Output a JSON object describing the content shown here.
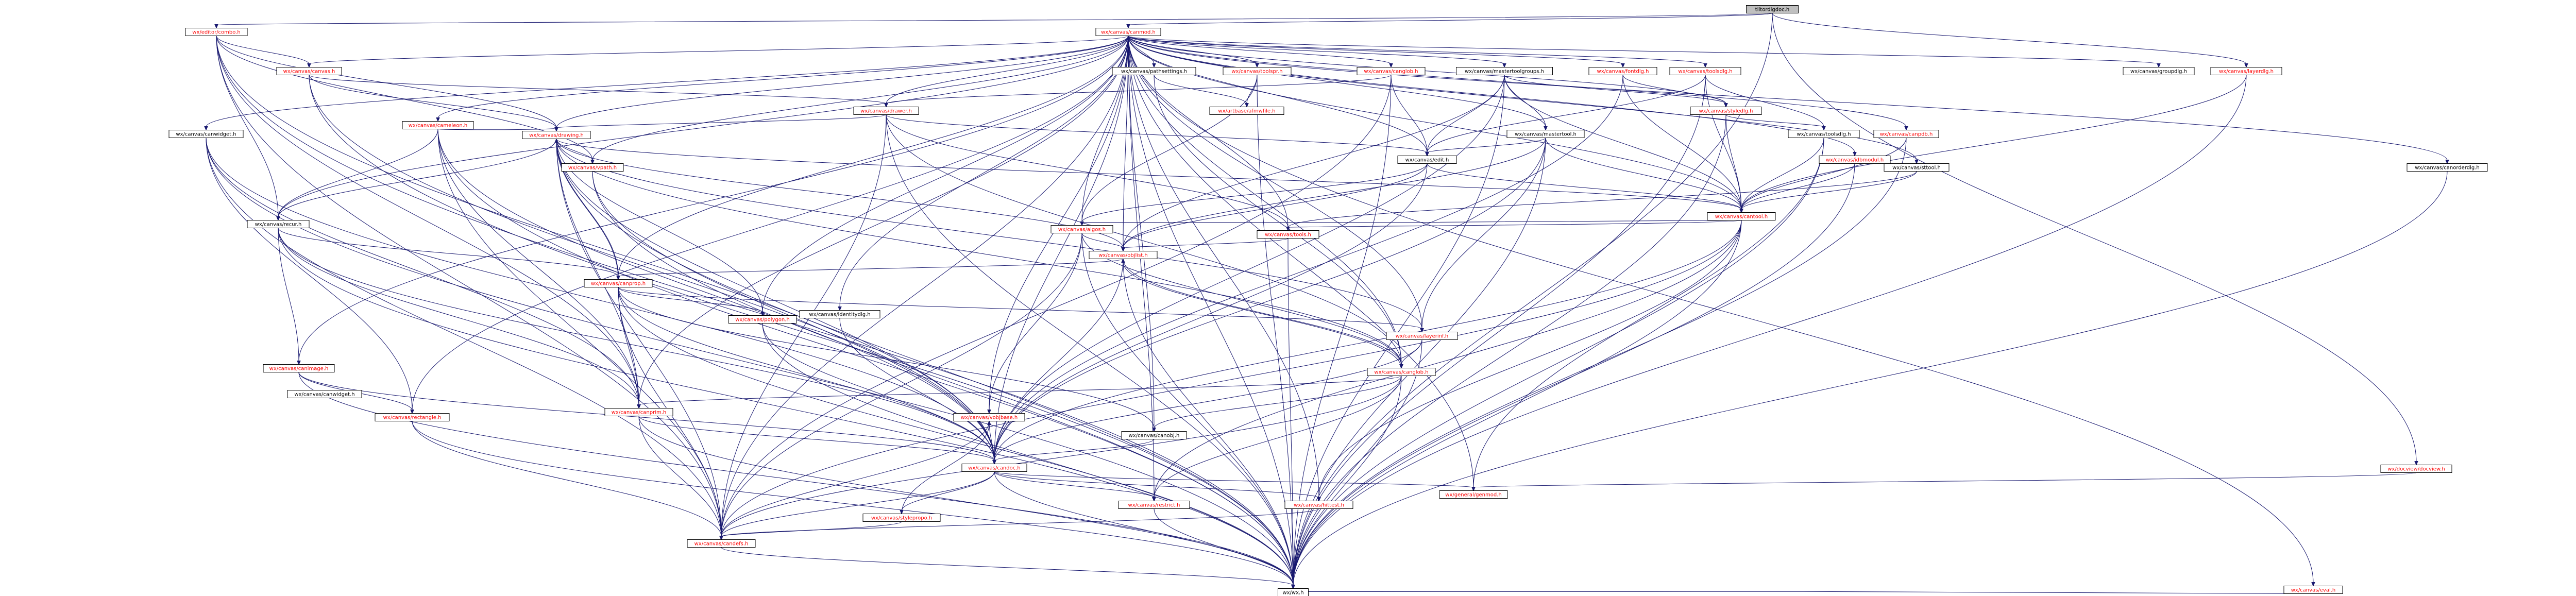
{
  "title": "",
  "colors": {
    "edge": "#191970",
    "root_fill": "#bfbfbf",
    "node_border": "#000000",
    "linked_text": "#ff0000",
    "plain_text": "#000000"
  },
  "nodes": [
    {
      "id": "root",
      "label": "tiltordlgdoc.h",
      "kind": "root"
    },
    {
      "id": "canmod",
      "label": "wx/canvas/canmod.h",
      "kind": "red"
    },
    {
      "id": "combo",
      "label": "wx/editor/combo.h",
      "kind": "red"
    },
    {
      "id": "layerdlg",
      "label": "wx/canvas/layerdlg.h",
      "kind": "red"
    },
    {
      "id": "docview",
      "label": "wx/docview/docview.h",
      "kind": "red"
    },
    {
      "id": "canvas",
      "label": "wx/canvas/canvas.h",
      "kind": "red"
    },
    {
      "id": "canglob",
      "label": "wx/canvas/canglob.h",
      "kind": "red"
    },
    {
      "id": "canprop",
      "label": "wx/canvas/canprop.h",
      "kind": "red"
    },
    {
      "id": "pathsettings",
      "label": "wx/canvas/pathsettings.h",
      "kind": "plain"
    },
    {
      "id": "toolspr",
      "label": "wx/canvas/toolspr.h",
      "kind": "red"
    },
    {
      "id": "mastertoolgroups",
      "label": "wx/canvas/mastertoolgroups.h",
      "kind": "plain"
    },
    {
      "id": "fontdlg",
      "label": "wx/canvas/fontdlg.h",
      "kind": "red"
    },
    {
      "id": "toolsdlg",
      "label": "wx/canvas/toolsdlg.h",
      "kind": "red"
    },
    {
      "id": "groupdlg",
      "label": "wx/canvas/groupdlg.h",
      "kind": "plain"
    },
    {
      "id": "canorderdlg",
      "label": "wx/canvas/canorderdlg.h",
      "kind": "plain"
    },
    {
      "id": "cameleon",
      "label": "wx/canvas/cameleon.h",
      "kind": "red"
    },
    {
      "id": "eval",
      "label": "wx/canvas/eval.h",
      "kind": "red"
    },
    {
      "id": "drawer",
      "label": "wx/canvas/drawer.h",
      "kind": "red"
    },
    {
      "id": "canwidget",
      "label": "wx/canvas/canwidget.h",
      "kind": "plain"
    },
    {
      "id": "mastertool",
      "label": "wx/canvas/mastertool.h",
      "kind": "plain"
    },
    {
      "id": "styledlg",
      "label": "wx/canvas/styledlg.h",
      "kind": "red"
    },
    {
      "id": "idbmodul",
      "label": "wx/canvas/idbmodul.h",
      "kind": "red"
    },
    {
      "id": "canpdb",
      "label": "wx/canvas/canpdb.h",
      "kind": "red"
    },
    {
      "id": "sttool",
      "label": "wx/canvas/sttool.h",
      "kind": "plain"
    },
    {
      "id": "afmwfile",
      "label": "wx/artbase/afmwfile.h",
      "kind": "red"
    },
    {
      "id": "drawing",
      "label": "wx/canvas/drawing.h",
      "kind": "red"
    },
    {
      "id": "edit",
      "label": "wx/canvas/edit.h",
      "kind": "plain"
    },
    {
      "id": "toolsdlg2",
      "label": "wx/canvas/toolsdlg.h",
      "kind": "plain"
    },
    {
      "id": "cantool",
      "label": "wx/canvas/cantool.h",
      "kind": "red"
    },
    {
      "id": "tools",
      "label": "wx/canvas/tools.h",
      "kind": "red"
    },
    {
      "id": "algos",
      "label": "wx/canvas/algos.h",
      "kind": "red"
    },
    {
      "id": "vpath",
      "label": "wx/canvas/vpath.h",
      "kind": "red"
    },
    {
      "id": "recur",
      "label": "wx/canvas/recur.h",
      "kind": "plain"
    },
    {
      "id": "objlist",
      "label": "wx/canvas/objlist.h",
      "kind": "red"
    },
    {
      "id": "canobj",
      "label": "wx/canvas/canobj.h",
      "kind": "plain"
    },
    {
      "id": "identdlg",
      "label": "wx/canvas/identitydlg.h",
      "kind": "plain"
    },
    {
      "id": "polygon",
      "label": "wx/canvas/polygon.h",
      "kind": "red"
    },
    {
      "id": "layerinf",
      "label": "wx/canvas/layerinf.h",
      "kind": "red"
    },
    {
      "id": "canimage",
      "label": "wx/canvas/canimage.h",
      "kind": "red"
    },
    {
      "id": "canwidget2",
      "label": "wx/canvas/canwidget.h",
      "kind": "plain"
    },
    {
      "id": "canprim",
      "label": "wx/canvas/canprim.h",
      "kind": "red"
    },
    {
      "id": "rectangle",
      "label": "wx/canvas/rectangle.h",
      "kind": "red"
    },
    {
      "id": "vobjbase",
      "label": "wx/canvas/vobjbase.h",
      "kind": "red"
    },
    {
      "id": "candoc",
      "label": "wx/canvas/candoc.h",
      "kind": "red"
    },
    {
      "id": "canglob2",
      "label": "wx/canvas/canglob.h",
      "kind": "red"
    },
    {
      "id": "candefs",
      "label": "wx/canvas/candefs.h",
      "kind": "red"
    },
    {
      "id": "canobj2",
      "label": "wx/canvas/canobj.h",
      "kind": "plain"
    },
    {
      "id": "genmod",
      "label": "wx/general/genmod.h",
      "kind": "red"
    },
    {
      "id": "restrict",
      "label": "wx/canvas/restrict.h",
      "kind": "red"
    },
    {
      "id": "hittest",
      "label": "wx/canvas/hittest.h",
      "kind": "red"
    },
    {
      "id": "stylepropo",
      "label": "wx/canvas/stylepropo.h",
      "kind": "red"
    },
    {
      "id": "wx",
      "label": "wx/wx.h",
      "kind": "plain"
    }
  ],
  "edges": [
    [
      "root",
      "canmod"
    ],
    [
      "root",
      "combo"
    ],
    [
      "root",
      "layerdlg"
    ],
    [
      "root",
      "docview"
    ],
    [
      "root",
      "wx"
    ],
    [
      "combo",
      "canvas"
    ],
    [
      "combo",
      "recur"
    ],
    [
      "combo",
      "drawing"
    ],
    [
      "combo",
      "vpath"
    ],
    [
      "combo",
      "candoc"
    ],
    [
      "combo",
      "canprim"
    ],
    [
      "combo",
      "wx"
    ],
    [
      "combo",
      "candefs"
    ],
    [
      "canmod",
      "canvas"
    ],
    [
      "canmod",
      "cameleon"
    ],
    [
      "canmod",
      "canwidget"
    ],
    [
      "canmod",
      "recur"
    ],
    [
      "canmod",
      "drawing"
    ],
    [
      "canmod",
      "vpath"
    ],
    [
      "canmod",
      "canprop"
    ],
    [
      "canmod",
      "polygon"
    ],
    [
      "canmod",
      "canimage"
    ],
    [
      "canmod",
      "pathsettings"
    ],
    [
      "canmod",
      "toolspr"
    ],
    [
      "canmod",
      "mastertoolgroups"
    ],
    [
      "canmod",
      "fontdlg"
    ],
    [
      "canmod",
      "toolsdlg"
    ],
    [
      "canmod",
      "groupdlg"
    ],
    [
      "canmod",
      "canorderdlg"
    ],
    [
      "canmod",
      "eval"
    ],
    [
      "canmod",
      "drawer"
    ],
    [
      "canmod",
      "mastertool"
    ],
    [
      "canmod",
      "styledlg"
    ],
    [
      "canmod",
      "idbmodul"
    ],
    [
      "canmod",
      "canpdb"
    ],
    [
      "canmod",
      "sttool"
    ],
    [
      "canmod",
      "edit"
    ],
    [
      "canmod",
      "cantool"
    ],
    [
      "canmod",
      "tools"
    ],
    [
      "canmod",
      "algos"
    ],
    [
      "canmod",
      "objlist"
    ],
    [
      "canmod",
      "identdlg"
    ],
    [
      "canmod",
      "layerinf"
    ],
    [
      "canmod",
      "canglob2"
    ],
    [
      "canmod",
      "candoc"
    ],
    [
      "canmod",
      "canobj"
    ],
    [
      "canmod",
      "genmod"
    ],
    [
      "canmod",
      "restrict"
    ],
    [
      "canmod",
      "hittest"
    ],
    [
      "canmod",
      "candefs"
    ],
    [
      "canmod",
      "wx"
    ],
    [
      "canmod",
      "canprim"
    ],
    [
      "canmod",
      "rectangle"
    ],
    [
      "canmod",
      "vobjbase"
    ],
    [
      "canmod",
      "canglob"
    ],
    [
      "canvas",
      "drawer"
    ],
    [
      "canvas",
      "drawing"
    ],
    [
      "canvas",
      "candoc"
    ],
    [
      "canvas",
      "wx"
    ],
    [
      "canglob",
      "drawer"
    ],
    [
      "canglob",
      "edit"
    ],
    [
      "canglob",
      "candefs"
    ],
    [
      "canglob",
      "wx"
    ],
    [
      "canprop",
      "drawing"
    ],
    [
      "canprop",
      "canprim"
    ],
    [
      "canprop",
      "polygon"
    ],
    [
      "canprop",
      "candoc"
    ],
    [
      "canprop",
      "wx"
    ],
    [
      "canprop",
      "candefs"
    ],
    [
      "pathsettings",
      "afmwfile"
    ],
    [
      "pathsettings",
      "canglob2"
    ],
    [
      "toolspr",
      "afmwfile"
    ],
    [
      "toolspr",
      "algos"
    ],
    [
      "toolspr",
      "wx"
    ],
    [
      "mastertoolgroups",
      "mastertool"
    ],
    [
      "mastertoolgroups",
      "edit"
    ],
    [
      "mastertoolgroups",
      "cantool"
    ],
    [
      "mastertoolgroups",
      "objlist"
    ],
    [
      "mastertoolgroups",
      "candoc"
    ],
    [
      "mastertoolgroups",
      "wx"
    ],
    [
      "mastertoolgroups",
      "styledlg"
    ],
    [
      "fontdlg",
      "styledlg"
    ],
    [
      "fontdlg",
      "cantool"
    ],
    [
      "fontdlg",
      "candoc"
    ],
    [
      "toolsdlg",
      "edit"
    ],
    [
      "toolsdlg",
      "cantool"
    ],
    [
      "toolsdlg",
      "toolsdlg2"
    ],
    [
      "toolsdlg",
      "wx"
    ],
    [
      "layerdlg",
      "cantool"
    ],
    [
      "layerdlg",
      "wx"
    ],
    [
      "canorderdlg",
      "wx"
    ],
    [
      "cameleon",
      "drawing"
    ],
    [
      "cameleon",
      "recur"
    ],
    [
      "cameleon",
      "canprim"
    ],
    [
      "cameleon",
      "candoc"
    ],
    [
      "cameleon",
      "candefs"
    ],
    [
      "cameleon",
      "wx"
    ],
    [
      "eval",
      "wx"
    ],
    [
      "drawer",
      "drawing"
    ],
    [
      "drawer",
      "edit"
    ],
    [
      "drawer",
      "tools"
    ],
    [
      "drawer",
      "canglob2"
    ],
    [
      "drawer",
      "candefs"
    ],
    [
      "drawer",
      "wx"
    ],
    [
      "canwidget",
      "canprim"
    ],
    [
      "canwidget",
      "rectangle"
    ],
    [
      "canwidget",
      "candoc"
    ],
    [
      "canwidget",
      "wx"
    ],
    [
      "canwidget",
      "candefs"
    ],
    [
      "mastertool",
      "edit"
    ],
    [
      "mastertool",
      "objlist"
    ],
    [
      "mastertool",
      "cantool"
    ],
    [
      "mastertool",
      "candoc"
    ],
    [
      "mastertool",
      "wx"
    ],
    [
      "mastertool",
      "layerinf"
    ],
    [
      "styledlg",
      "toolsdlg2"
    ],
    [
      "styledlg",
      "cantool"
    ],
    [
      "styledlg",
      "wx"
    ],
    [
      "idbmodul",
      "cantool"
    ],
    [
      "idbmodul",
      "wx"
    ],
    [
      "canpdb",
      "cantool"
    ],
    [
      "canpdb",
      "wx"
    ],
    [
      "sttool",
      "cantool"
    ],
    [
      "sttool",
      "tools"
    ],
    [
      "drawing",
      "vpath"
    ],
    [
      "drawing",
      "recur"
    ],
    [
      "drawing",
      "canprop"
    ],
    [
      "drawing",
      "polygon"
    ],
    [
      "drawing",
      "canprim"
    ],
    [
      "drawing",
      "cantool"
    ],
    [
      "drawing",
      "objlist"
    ],
    [
      "drawing",
      "canglob2"
    ],
    [
      "drawing",
      "candoc"
    ],
    [
      "drawing",
      "wx"
    ],
    [
      "drawing",
      "candefs"
    ],
    [
      "drawing",
      "layerinf"
    ],
    [
      "edit",
      "cantool"
    ],
    [
      "edit",
      "algos"
    ],
    [
      "edit",
      "objlist"
    ],
    [
      "edit",
      "candoc"
    ],
    [
      "toolsdlg2",
      "cantool"
    ],
    [
      "toolsdlg2",
      "genmod"
    ],
    [
      "toolsdlg2",
      "wx"
    ],
    [
      "cantool",
      "algos"
    ],
    [
      "cantool",
      "tools"
    ],
    [
      "cantool",
      "restrict"
    ],
    [
      "cantool",
      "hittest"
    ],
    [
      "cantool",
      "candefs"
    ],
    [
      "cantool",
      "candoc"
    ],
    [
      "cantool",
      "wx"
    ],
    [
      "tools",
      "objlist"
    ],
    [
      "tools",
      "wx"
    ],
    [
      "algos",
      "objlist"
    ],
    [
      "algos",
      "canglob2"
    ],
    [
      "algos",
      "vobjbase"
    ],
    [
      "algos",
      "candefs"
    ],
    [
      "algos",
      "wx"
    ],
    [
      "vpath",
      "candoc"
    ],
    [
      "vpath",
      "wx"
    ],
    [
      "recur",
      "canprop"
    ],
    [
      "recur",
      "canprim"
    ],
    [
      "recur",
      "candoc"
    ],
    [
      "recur",
      "canimage"
    ],
    [
      "recur",
      "wx"
    ],
    [
      "objlist",
      "canprop"
    ],
    [
      "objlist",
      "canglob2"
    ],
    [
      "objlist",
      "candoc"
    ],
    [
      "objlist",
      "wx"
    ],
    [
      "identdlg",
      "candoc"
    ],
    [
      "canprop",
      "layerinf"
    ],
    [
      "canprop",
      "canobj"
    ],
    [
      "polygon",
      "candoc"
    ],
    [
      "polygon",
      "wx"
    ],
    [
      "layerinf",
      "canglob2"
    ],
    [
      "layerinf",
      "candoc"
    ],
    [
      "layerinf",
      "wx"
    ],
    [
      "canimage",
      "rectangle"
    ],
    [
      "canimage",
      "candoc"
    ],
    [
      "canimage",
      "wx"
    ],
    [
      "canprim",
      "candoc"
    ],
    [
      "canprim",
      "wx"
    ],
    [
      "canprim",
      "candefs"
    ],
    [
      "rectangle",
      "candefs"
    ],
    [
      "rectangle",
      "wx"
    ],
    [
      "vobjbase",
      "candefs"
    ],
    [
      "vobjbase",
      "candoc"
    ],
    [
      "canglob2",
      "canobj"
    ],
    [
      "canglob2",
      "canprim"
    ],
    [
      "canglob2",
      "restrict"
    ],
    [
      "canglob2",
      "candefs"
    ],
    [
      "canglob2",
      "wx"
    ],
    [
      "canglob2",
      "objlist"
    ],
    [
      "canobj",
      "candoc"
    ],
    [
      "candoc",
      "restrict"
    ],
    [
      "candoc",
      "hittest"
    ],
    [
      "candoc",
      "stylepropo"
    ],
    [
      "candoc",
      "candefs"
    ],
    [
      "candoc",
      "genmod"
    ],
    [
      "candoc",
      "wx"
    ],
    [
      "stylepropo",
      "candefs"
    ],
    [
      "stylepropo",
      "vobjbase"
    ],
    [
      "restrict",
      "wx"
    ],
    [
      "hittest",
      "candefs"
    ],
    [
      "candefs",
      "wx"
    ],
    [
      "docview",
      "genmod"
    ]
  ]
}
